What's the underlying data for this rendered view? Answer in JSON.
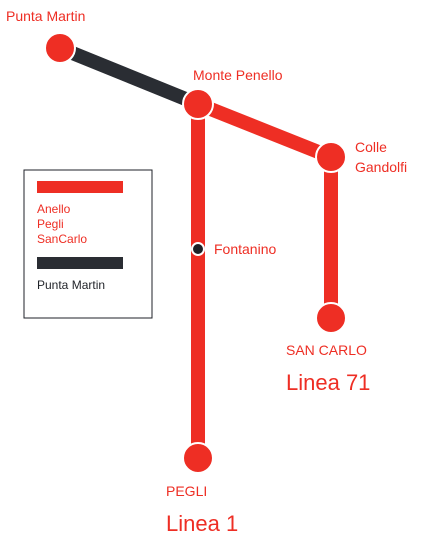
{
  "colors": {
    "red_line": "#ee2e24",
    "dark_line": "#2a2d33",
    "station_outline": "#ffffff",
    "background": "#ffffff"
  },
  "stations": {
    "punta_martin": "Punta Martin",
    "monte_penello": "Monte Penello",
    "colle_line1": "Colle",
    "colle_line2": "Gandolfi",
    "fontanino": "Fontanino",
    "san_carlo": "SAN CARLO",
    "pegli": "PEGLI"
  },
  "line_names": {
    "linea_71": "Linea 71",
    "linea_1": "Linea 1"
  },
  "legend": {
    "red_label_line1": "Anello",
    "red_label_line2": "Pegli",
    "red_label_line3": "SanCarlo",
    "dark_label": "Punta Martin"
  }
}
